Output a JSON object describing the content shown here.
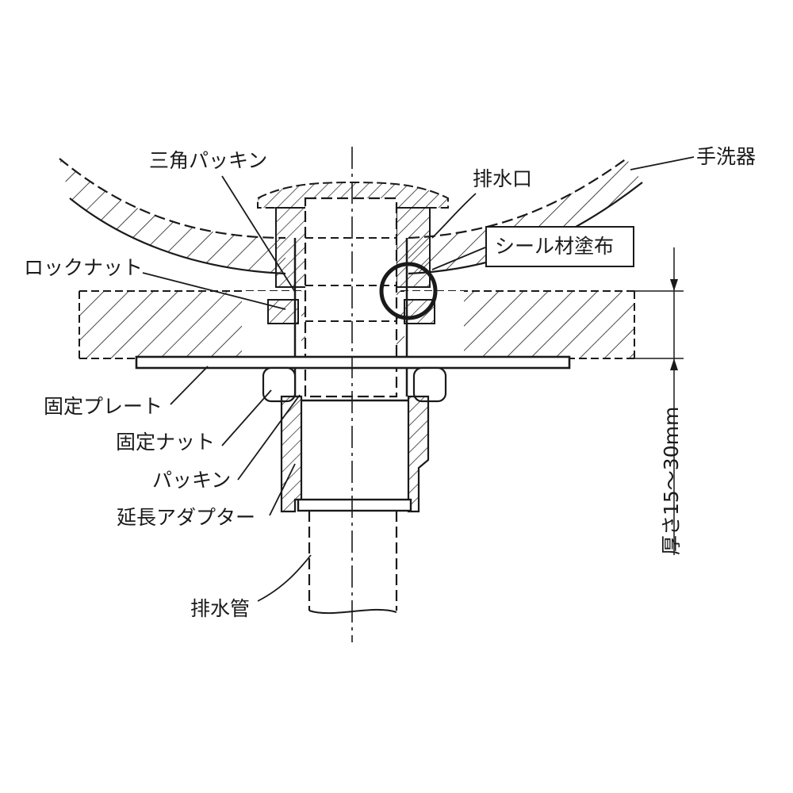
{
  "labels": {
    "triangle_packing": "三角パッキン",
    "drain_outlet": "排水口",
    "hand_basin": "手洗器",
    "lock_nut": "ロックナット",
    "seal_applied": "シール材塗布",
    "fixing_plate": "固定プレート",
    "fixing_nut": "固定ナット",
    "packing": "パッキン",
    "extension_adapter": "延長アダプター",
    "drain_pipe": "排水管",
    "thickness": "厚さ15～30mm"
  },
  "colors": {
    "line": "#1a1a1a",
    "background": "#ffffff"
  }
}
